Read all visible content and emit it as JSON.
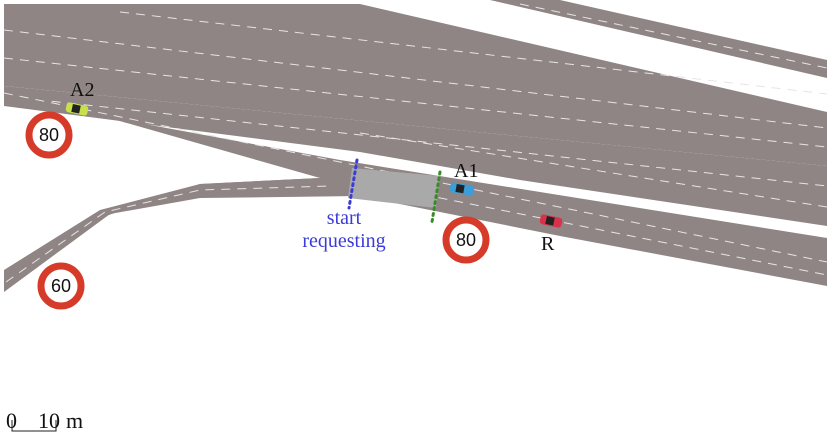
{
  "vehicles": {
    "a1": {
      "label": "A1",
      "color": "#3a9ed8"
    },
    "a2": {
      "label": "A2",
      "color": "#c8e04a"
    },
    "r": {
      "label": "R",
      "color": "#d8324a"
    }
  },
  "speed_signs": {
    "left": "80",
    "middle": "80",
    "ramp": "60"
  },
  "annotations": {
    "start_line1": "start",
    "start_line2": "requesting",
    "start_color": "#3b3bd8",
    "end_color": "#3a8a2a"
  },
  "scale_bar": {
    "zero": "0",
    "ten": "10",
    "unit": "m"
  },
  "colors": {
    "road": "#8f8585",
    "sign_ring": "#d63b2a",
    "segment": "#a9a9a9"
  }
}
